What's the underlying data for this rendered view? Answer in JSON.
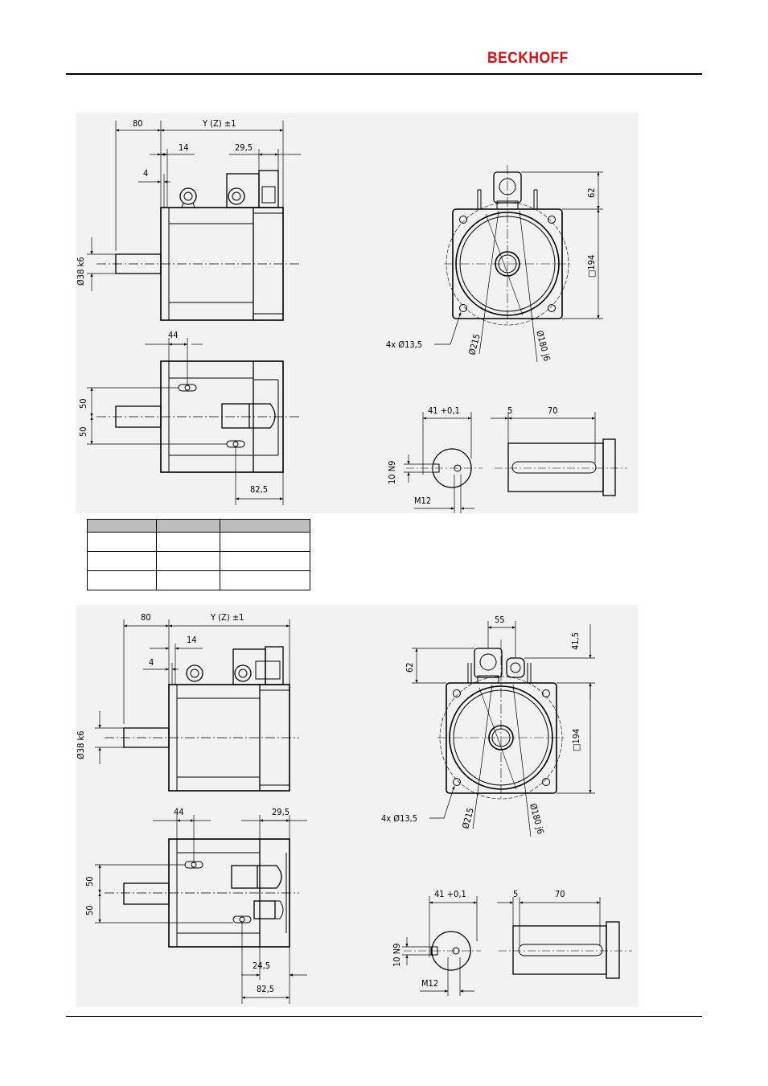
{
  "header": {
    "logo": "BECKHOFF"
  },
  "table": {
    "rows": [
      [
        "",
        "",
        ""
      ],
      [
        "",
        "",
        ""
      ],
      [
        "",
        "",
        ""
      ],
      [
        "",
        "",
        ""
      ]
    ]
  },
  "drawing1": {
    "side": {
      "d80": "80",
      "dY": "Y  (Z)  ±1",
      "d14": "14",
      "d295": "29,5",
      "d4": "4",
      "shaft": "Ø38  k6"
    },
    "top": {
      "d44": "44",
      "d50a": "50",
      "d50b": "50",
      "d825": "82,5"
    },
    "front": {
      "d62": "62",
      "sq194": "□194",
      "holes": "4x  Ø13,5",
      "d215": "Ø215",
      "d180": "Ø180  j6"
    },
    "shaft": {
      "d41": "41  +0,1",
      "key": "10  N9",
      "thread": "M12",
      "d5": "5",
      "d70": "70"
    }
  },
  "drawing2": {
    "side": {
      "d80": "80",
      "dY": "Y  (Z)  ±1",
      "d14": "14",
      "d4": "4",
      "shaft": "Ø38  k6"
    },
    "top": {
      "d44": "44",
      "d295": "29,5",
      "d50a": "50",
      "d50b": "50",
      "d245": "24,5",
      "d825": "82,5"
    },
    "front": {
      "d55": "55",
      "d415": "41,5",
      "d62": "62",
      "sq194": "□194",
      "holes": "4x  Ø13,5",
      "d215": "Ø215",
      "d180": "Ø180  j6"
    },
    "shaft": {
      "d41": "41  +0,1",
      "key": "10  N9",
      "thread": "M12",
      "d5": "5",
      "d70": "70"
    }
  }
}
